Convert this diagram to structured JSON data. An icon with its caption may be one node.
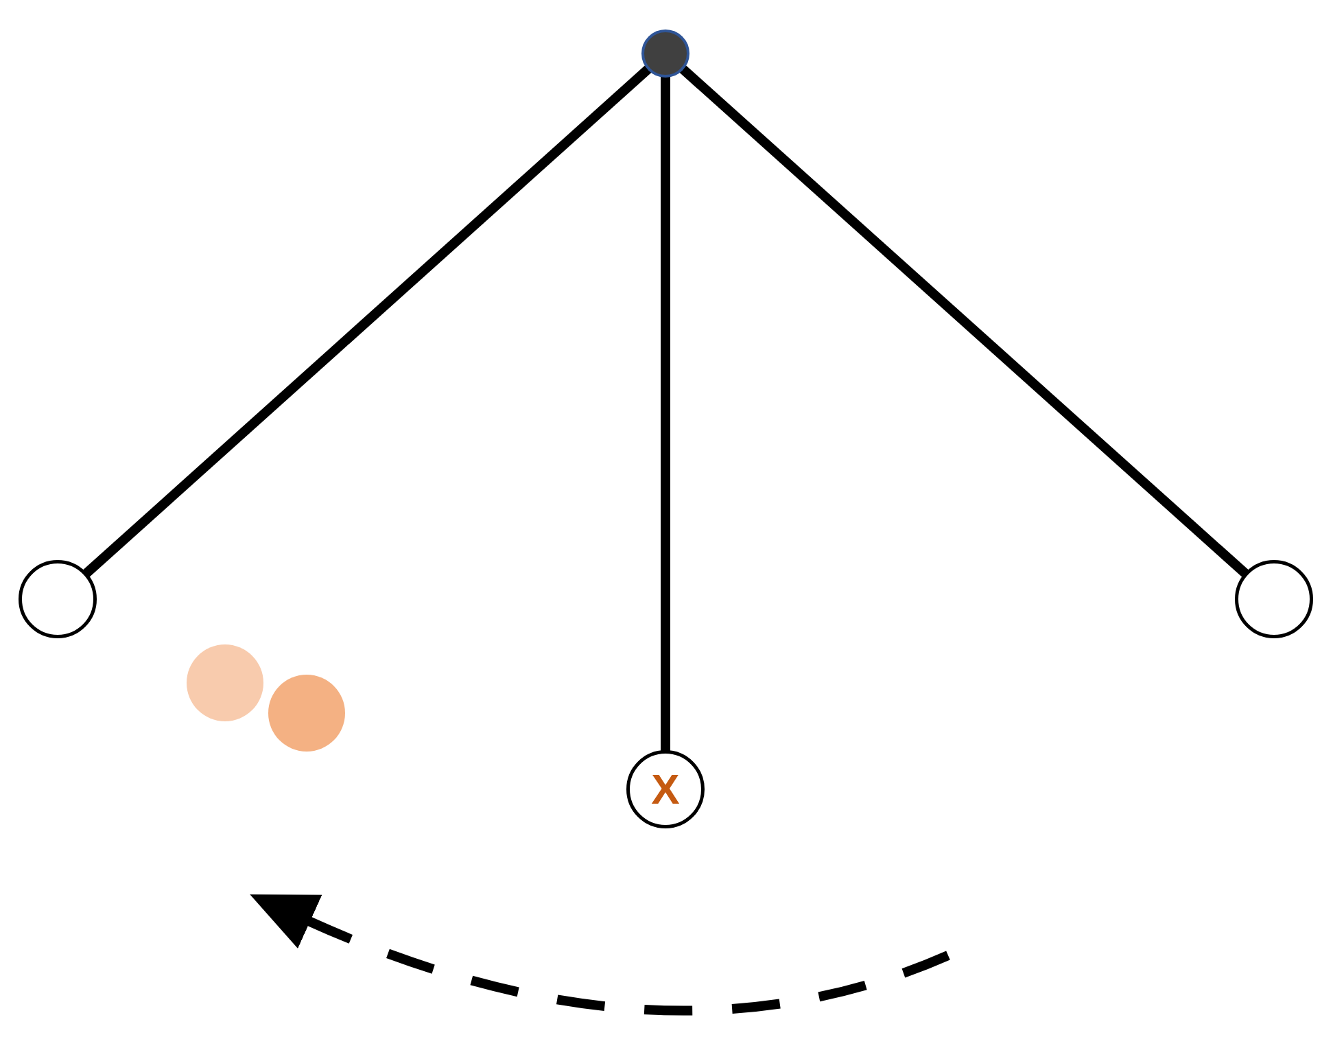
{
  "diagram": {
    "nodes": [
      {
        "text": [],
        "shape": "circle"
      },
      {
        "text": [],
        "shape": "circle"
      },
      {
        "text": [
          "X"
        ]
      },
      {
        "text": [],
        "shape": "circle"
      },
      {
        "text": [],
        "shape": "circle"
      },
      {
        "text": [],
        "shape": "circle"
      }
    ],
    "edges": [
      {
        "from": 0,
        "to": 1,
        "arrow": "none"
      },
      {
        "from": 0,
        "to": 2,
        "arrow": "none"
      },
      {
        "from": 0,
        "to": 3,
        "arrow": "none"
      }
    ]
  }
}
